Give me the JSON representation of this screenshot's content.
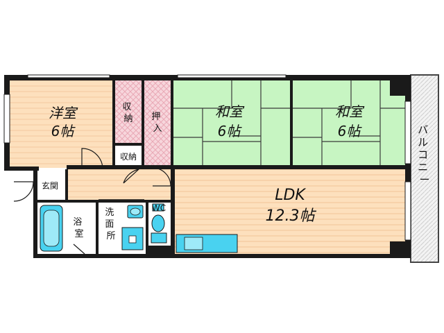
{
  "rooms": {
    "western_room": {
      "name": "洋室",
      "size": "6帖"
    },
    "closet_a": {
      "name": "収納"
    },
    "closet_b": {
      "name": "収納"
    },
    "oshiire": {
      "name": "押入"
    },
    "japanese_room_1": {
      "name": "和室",
      "size": "6帖"
    },
    "japanese_room_2": {
      "name": "和室",
      "size": "6帖"
    },
    "entrance": {
      "name": "玄関"
    },
    "bathroom": {
      "name": "浴室"
    },
    "washroom": {
      "name": "洗面所"
    },
    "toilet": {
      "name": "WC"
    },
    "ldk": {
      "name": "LDK",
      "size": "12.3帖"
    },
    "balcony": {
      "name": "バルコニー"
    }
  },
  "colors": {
    "wall": "#1a1a1a",
    "wood_floor": "#fde0bd",
    "tatami": "#c7f5c2",
    "closet": "#f6d3da",
    "wet_area": "#ffffff",
    "fixture": "#49d2f0",
    "balcony": "#f2f2f2"
  }
}
